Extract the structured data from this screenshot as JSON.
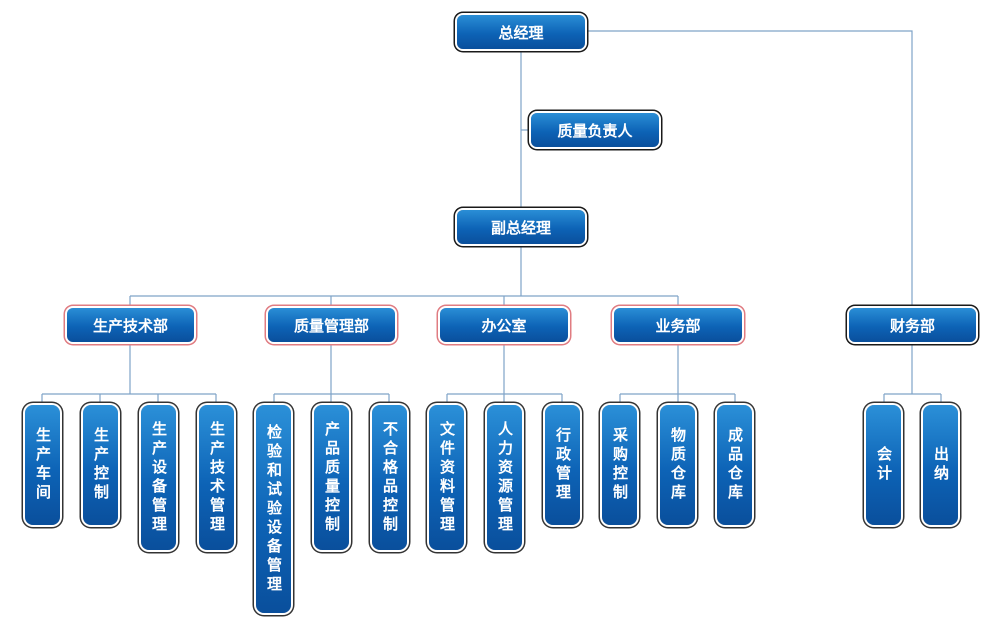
{
  "top": {
    "gm": "总经理",
    "qm": "质量负责人",
    "vgm": "副总经理"
  },
  "departments": {
    "prod": "生产技术部",
    "quality": "质量管理部",
    "office": "办公室",
    "business": "业务部",
    "finance": "财务部"
  },
  "leaves": {
    "prod": [
      "生产车间",
      "生产控制",
      "生产设备管理",
      "生产技术管理"
    ],
    "quality": [
      "检验和试验设备管理",
      "产品质量控制",
      "不合格品控制"
    ],
    "office": [
      "文件资料管理",
      "人力资源管理",
      "行政管理"
    ],
    "business": [
      "采购控制",
      "物质仓库",
      "成品仓库"
    ],
    "finance": [
      "会计",
      "出纳"
    ]
  },
  "colors": {
    "line": "#7fa3c8",
    "box_top": "#2a8ed6",
    "box_bottom": "#0a4f9c",
    "dept_border": "#e07c82"
  }
}
